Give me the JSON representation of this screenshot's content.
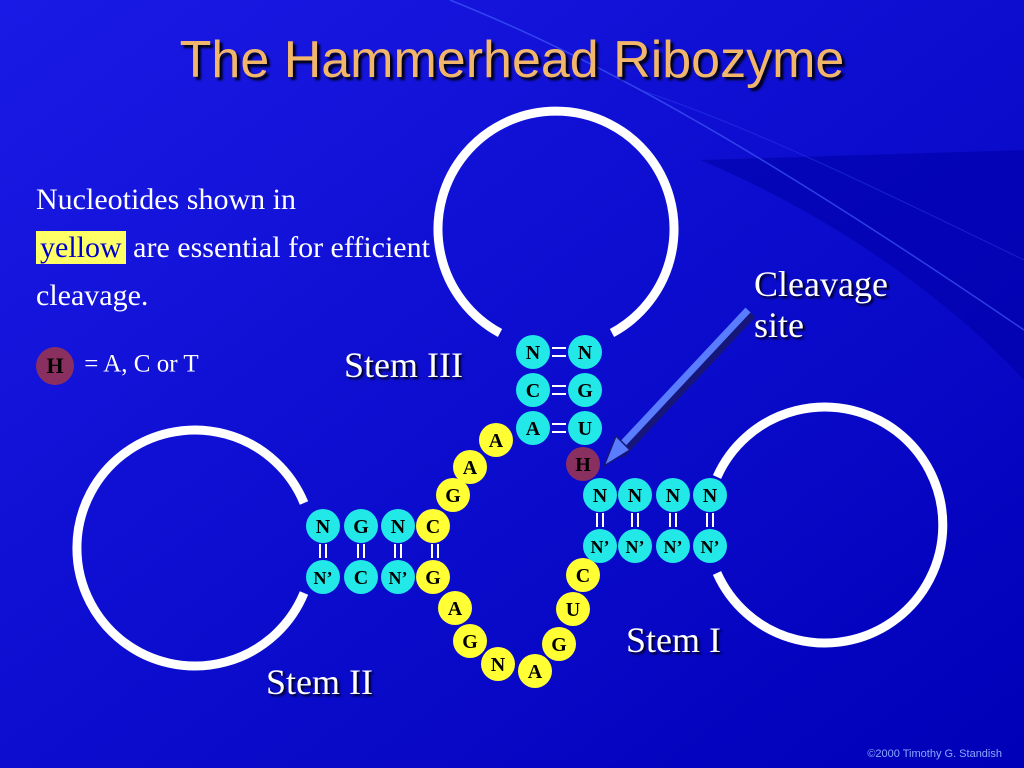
{
  "slide": {
    "title": "The Hammerhead Ribozyme",
    "intro_before": "Nucleotides shown in",
    "intro_highlight": "yellow",
    "intro_after": "are essential for efficient cleavage.",
    "legend_symbol": "H",
    "legend_text": "= A, C or T",
    "credit": "©2000 Timothy G. Standish"
  },
  "labels": {
    "stem_iii": "Stem III",
    "stem_ii": "Stem II",
    "stem_i": "Stem I",
    "cleavage_line1": "Cleavage",
    "cleavage_line2": "site"
  },
  "colors": {
    "background": "#0a0ad6",
    "title": "#f2b66a",
    "essential": "#ffff33",
    "other": "#22e8e8",
    "variable_h": "#8a3060",
    "loop": "#ffffff",
    "arrow": "#5a7cff"
  },
  "nucleotides": [
    {
      "id": "s3-n1",
      "letter": "N",
      "kind": "other"
    },
    {
      "id": "s3-n2",
      "letter": "N",
      "kind": "other"
    },
    {
      "id": "s3-c",
      "letter": "C",
      "kind": "other"
    },
    {
      "id": "s3-g",
      "letter": "G",
      "kind": "other"
    },
    {
      "id": "s3-a",
      "letter": "A",
      "kind": "other"
    },
    {
      "id": "s3-u",
      "letter": "U",
      "kind": "other"
    },
    {
      "id": "h-site",
      "letter": "H",
      "kind": "variable"
    },
    {
      "id": "core-a1",
      "letter": "A",
      "kind": "essential"
    },
    {
      "id": "core-a2",
      "letter": "A",
      "kind": "essential"
    },
    {
      "id": "core-g1",
      "letter": "G",
      "kind": "essential"
    },
    {
      "id": "s2-c",
      "letter": "C",
      "kind": "essential"
    },
    {
      "id": "s2-n1",
      "letter": "N",
      "kind": "other"
    },
    {
      "id": "s2-g",
      "letter": "G",
      "kind": "other"
    },
    {
      "id": "s2-n2",
      "letter": "N",
      "kind": "other"
    },
    {
      "id": "s2-g2",
      "letter": "G",
      "kind": "essential"
    },
    {
      "id": "s2-np1",
      "letter": "N’",
      "kind": "other"
    },
    {
      "id": "s2-c2",
      "letter": "C",
      "kind": "other"
    },
    {
      "id": "s2-np2",
      "letter": "N’",
      "kind": "other"
    },
    {
      "id": "core-a3",
      "letter": "A",
      "kind": "essential"
    },
    {
      "id": "core-g2",
      "letter": "G",
      "kind": "essential"
    },
    {
      "id": "core-n",
      "letter": "N",
      "kind": "essential"
    },
    {
      "id": "core-a4",
      "letter": "A",
      "kind": "essential"
    },
    {
      "id": "core-g3",
      "letter": "G",
      "kind": "essential"
    },
    {
      "id": "core-u",
      "letter": "U",
      "kind": "essential"
    },
    {
      "id": "core-c",
      "letter": "C",
      "kind": "essential"
    },
    {
      "id": "s1-n1",
      "letter": "N",
      "kind": "other"
    },
    {
      "id": "s1-n2",
      "letter": "N",
      "kind": "other"
    },
    {
      "id": "s1-n3",
      "letter": "N",
      "kind": "other"
    },
    {
      "id": "s1-n4",
      "letter": "N",
      "kind": "other"
    },
    {
      "id": "s1-np1",
      "letter": "N’",
      "kind": "other"
    },
    {
      "id": "s1-np2",
      "letter": "N’",
      "kind": "other"
    },
    {
      "id": "s1-np3",
      "letter": "N’",
      "kind": "other"
    },
    {
      "id": "s1-np4",
      "letter": "N’",
      "kind": "other"
    }
  ]
}
